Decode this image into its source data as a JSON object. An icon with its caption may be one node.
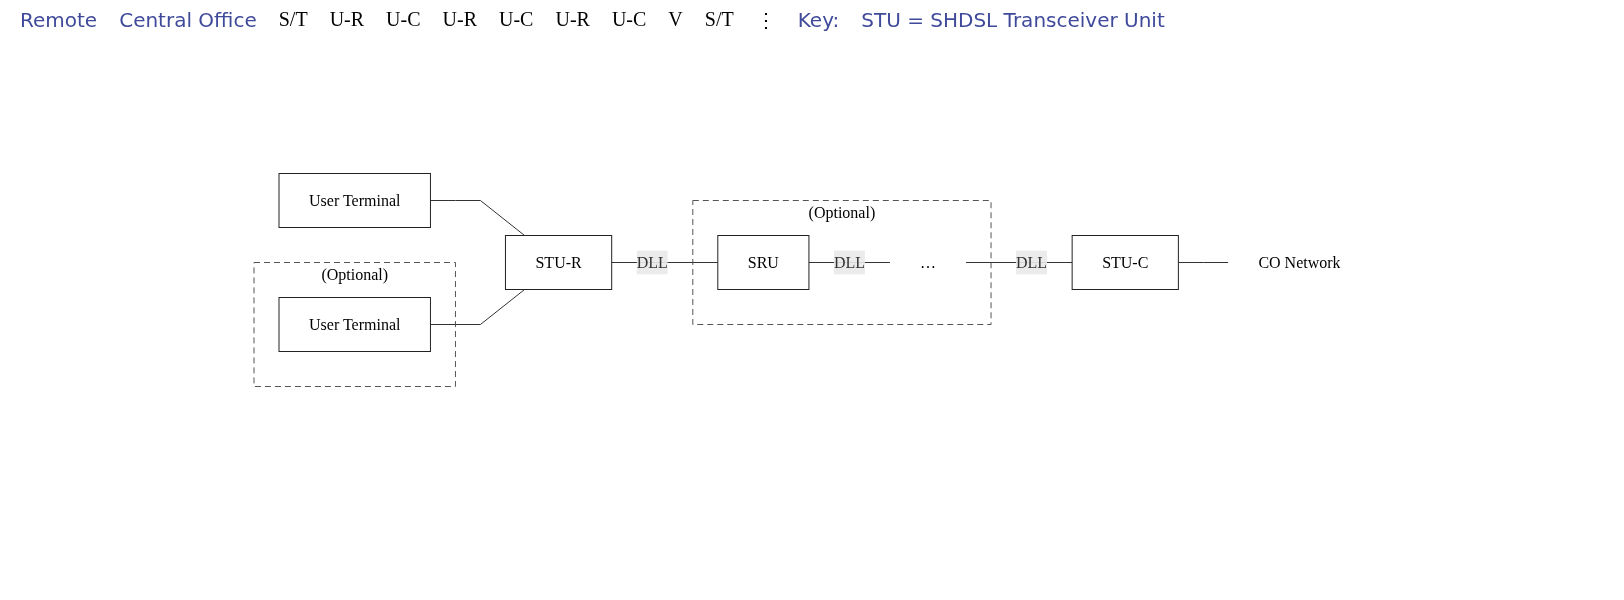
{
  "diagram": {
    "nodes": [
      {
        "text": [
          "User Terminal"
        ]
      },
      {
        "text": [
          "(Optional)"
        ]
      },
      {
        "text": [
          "User Terminal"
        ],
        "in": 1
      },
      {
        "text": [
          "STU-R"
        ]
      },
      {
        "text": [
          "(Optional)"
        ]
      },
      {
        "text": [
          "SRU"
        ],
        "in": 4
      },
      {
        "text": [
          "…"
        ],
        "in": 4
      },
      {
        "text": [
          "STU-C"
        ]
      },
      {
        "text": [
          "CO Network"
        ]
      }
    ],
    "edges": [
      {
        "from": 0,
        "to": 3,
        "arrow": "none"
      },
      {
        "from": 2,
        "to": 3,
        "arrow": "none"
      },
      {
        "from": 3,
        "to": 5,
        "arrow": "none",
        "label": "DLL"
      },
      {
        "from": 5,
        "to": 6,
        "arrow": "none",
        "label": "DLL"
      },
      {
        "from": 6,
        "to": 7,
        "arrow": "none",
        "label": "DLL"
      },
      {
        "from": 7,
        "to": 8,
        "arrow": "none"
      }
    ],
    "labels": [
      "Remote",
      "Central Office",
      "S/T",
      "U-R",
      "U-C",
      "U-R",
      "U-C",
      "U-R",
      "U-C",
      "V",
      "S/T",
      "⋮",
      "Key:",
      "STU = SHDSL Transceiver Unit"
    ]
  }
}
